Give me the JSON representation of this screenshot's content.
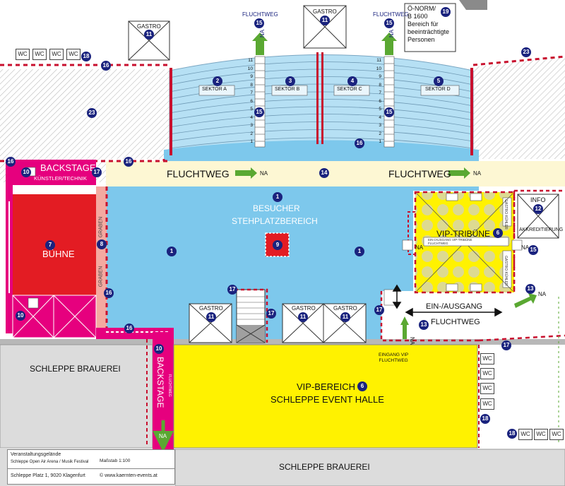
{
  "labels": {
    "fluchtweg_top_1": "FLUCHTWEG",
    "fluchtweg_top_2": "FLUCHTWEG",
    "oenorm_1": "Ö-NORM/",
    "oenorm_2": "B 1600",
    "oenorm_3": "Bereich für",
    "oenorm_4": "beeinträchtigte",
    "oenorm_5": "Personen",
    "gastro": "GASTRO",
    "sektor_a": "SEKTOR A",
    "sektor_b": "SEKTOR B",
    "sektor_c": "SEKTOR C",
    "sektor_d": "SEKTOR D",
    "na": "NA",
    "fluchtweg_band_left": "FLUCHTWEG",
    "fluchtweg_band_right": "FLUCHTWEG",
    "backstage": "BACKSTAGE",
    "kuenstler_technik": "KÜNSTLER/TECHNIK",
    "buehne": "BÜHNE",
    "graben": "GRABEN",
    "besucher_1": "BESUCHER",
    "besucher_2": "STEHPLATZBEREICH",
    "vip_tribuene": "VIP-TRIBÜNE",
    "gastro_kuehler": "GASTRO KÜHLER",
    "ein_ausgang_vip_1": "EIN-/AUSGANG VIP-TRIBÜNE",
    "ein_ausgang_vip_2": "FLUCHTWEG",
    "info": "INFO",
    "akkreditierung": "AKKREDITIERUNG",
    "ein_ausgang": "EIN-/AUSGANG",
    "fluchtweg_right": "FLUCHTWEG",
    "eingang_vip_1": "EINGANG VIP",
    "eingang_vip_2": "FLUCHTWEG",
    "schleppe_brauerei_left": "SCHLEPPE BRAUEREI",
    "schleppe_brauerei_bottom": "SCHLEPPE BRAUEREI",
    "backstage_vertical": "BACKSTAGE",
    "backstage_vertical_sub": "FLUCHTWEG",
    "vip_bereich_1": "VIP-BEREICH",
    "vip_bereich_2": "SCHLEPPE EVENT HALLE",
    "wc": "WC"
  },
  "row_numbers": [
    "11",
    "10",
    "9",
    "8",
    "7",
    "6",
    "5",
    "4",
    "3",
    "2",
    "1"
  ],
  "markers": {
    "m1": "1",
    "m2": "2",
    "m3": "3",
    "m4": "4",
    "m5": "5",
    "m6": "6",
    "m7": "7",
    "m8": "8",
    "m9": "9",
    "m10": "10",
    "m11": "11",
    "m12": "12",
    "m13": "13",
    "m14": "14",
    "m15": "15",
    "m16": "16",
    "m17": "17",
    "m18": "18",
    "m19": "19",
    "m23": "23"
  },
  "legend": {
    "line1": "Veranstaltungsgelände",
    "line2": "Schleppe Open Air Arena / Musik Festival",
    "scale": "Maßstab 1:100",
    "address": "Schleppe Platz 1, 9020 Klagenfurt",
    "web": "© www.kaernten-events.at"
  },
  "colors": {
    "blue_area": "#7dc8ec",
    "grandstand": "#b6e0f4",
    "stage_red": "#e31c23",
    "backstage_pink": "#e6007e",
    "vip_yellow": "#fff200",
    "fluchtweg_band": "#fdf7d3",
    "graben_pink": "#f4a9a0",
    "grey_building": "#dcdcdc",
    "arrow_green": "#5aa832",
    "dash_red": "#c8102e",
    "marker_navy": "#1a237e"
  }
}
